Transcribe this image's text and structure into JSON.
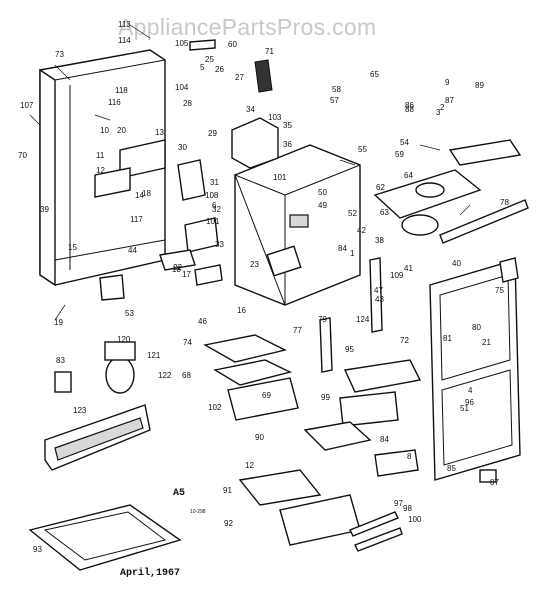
{
  "watermark": "AppliancePartsPros.com",
  "diagram": {
    "section_code": "A5",
    "date_label": "April,1967",
    "small_code": "10-298",
    "part_numbers": [
      "113",
      "114",
      "105",
      "60",
      "73",
      "71",
      "25",
      "26",
      "104",
      "27",
      "28",
      "65",
      "89",
      "86",
      "87",
      "2",
      "107",
      "118",
      "116",
      "10",
      "20",
      "13",
      "5",
      "34",
      "103",
      "35",
      "29",
      "30",
      "11",
      "58",
      "57",
      "88",
      "3",
      "54",
      "59",
      "36",
      "64",
      "55",
      "70",
      "12",
      "101",
      "62",
      "31",
      "108",
      "6",
      "32",
      "39",
      "15",
      "14",
      "117",
      "101",
      "78",
      "63",
      "52",
      "50",
      "49",
      "33",
      "17",
      "18",
      "22",
      "23",
      "42",
      "38",
      "40",
      "44",
      "18",
      "16",
      "46",
      "109",
      "47",
      "43",
      "41",
      "1",
      "75",
      "80",
      "77",
      "79",
      "124",
      "72",
      "84",
      "53",
      "19",
      "21",
      "81",
      "74",
      "68",
      "69",
      "102",
      "90",
      "99",
      "95",
      "96",
      "83",
      "120",
      "121",
      "122",
      "123",
      "4",
      "51",
      "84",
      "93",
      "8",
      "12",
      "91",
      "92",
      "97",
      "98",
      "100",
      "85",
      "87",
      "9"
    ]
  }
}
